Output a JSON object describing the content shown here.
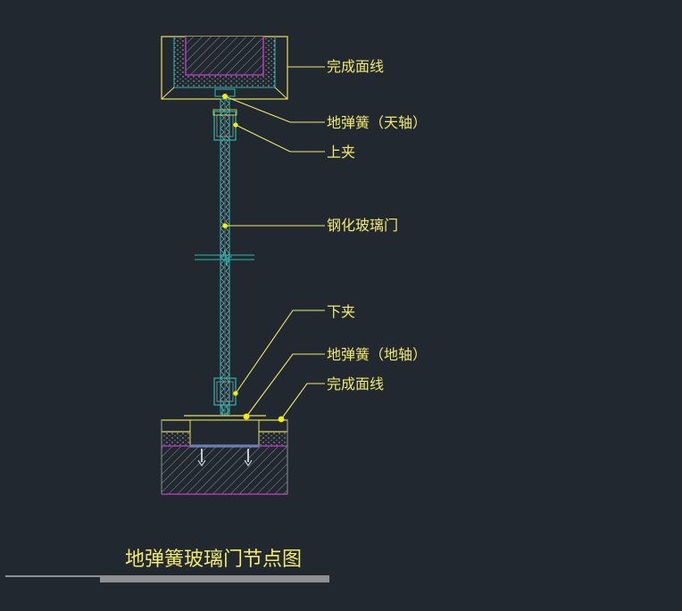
{
  "drawing": {
    "title": "地弹簧玻璃门节点图",
    "colors": {
      "background": "#212830",
      "outline_yellow": "#e9e25a",
      "leader_yellow": "#f2ea6a",
      "magenta": "#d23ad2",
      "cyan": "#2bb7b1",
      "hatch_grey": "#8a8f95",
      "title_bar": "#8d8f92"
    },
    "labels": {
      "finish_line_top": "完成面线",
      "floor_spring_top_pivot": "地弹簧（天轴）",
      "top_clamp": "上夹",
      "tempered_glass_door": "钢化玻璃门",
      "bottom_clamp": "下夹",
      "floor_spring_floor_pivot": "地弹簧（地轴）",
      "finish_line_bottom": "完成面线"
    }
  }
}
